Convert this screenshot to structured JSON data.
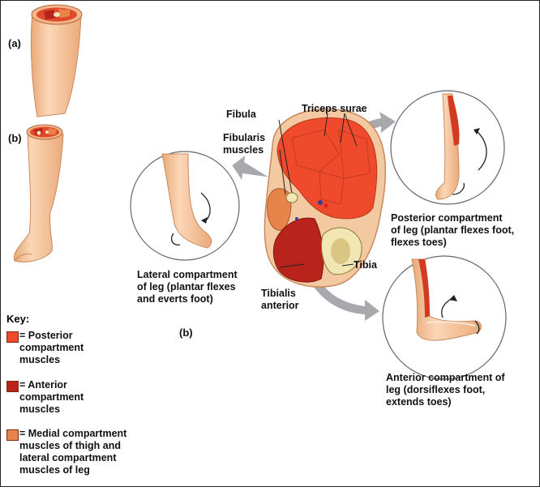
{
  "panel_labels": {
    "a": "(a)",
    "b_left": "(b)",
    "b_center": "(b)"
  },
  "labels": {
    "fibula": "Fibula",
    "triceps_surae": "Triceps surae",
    "fibularis": "Fibularis\nmuscles",
    "tibia": "Tibia",
    "tibialis": "Tibialis\nanterior",
    "lateral_caption": "Lateral compartment\nof leg (plantar flexes\nand everts foot)",
    "posterior_caption": "Posterior compartment\nof leg (plantar flexes foot,\nflexes toes)",
    "anterior_caption": "Anterior compartment of\nleg (dorsiflexes foot,\nextends toes)"
  },
  "key": {
    "title": "Key:",
    "items": [
      {
        "text": "= Posterior\ncompartment\nmuscles",
        "color": "#ef4a2b"
      },
      {
        "text": "= Anterior\ncompartment\nmuscles",
        "color": "#b8241c"
      },
      {
        "text": "= Medial compartment\nmuscles of thigh and\nlateral compartment\nmuscles of leg",
        "color": "#e8834a"
      }
    ]
  },
  "colors": {
    "posterior": "#ef4a2b",
    "anterior": "#b8241c",
    "lateral": "#e8834a",
    "skin": "#f7c9a2",
    "bone": "#f2e6b4",
    "arrow": "#a7a9ac"
  }
}
